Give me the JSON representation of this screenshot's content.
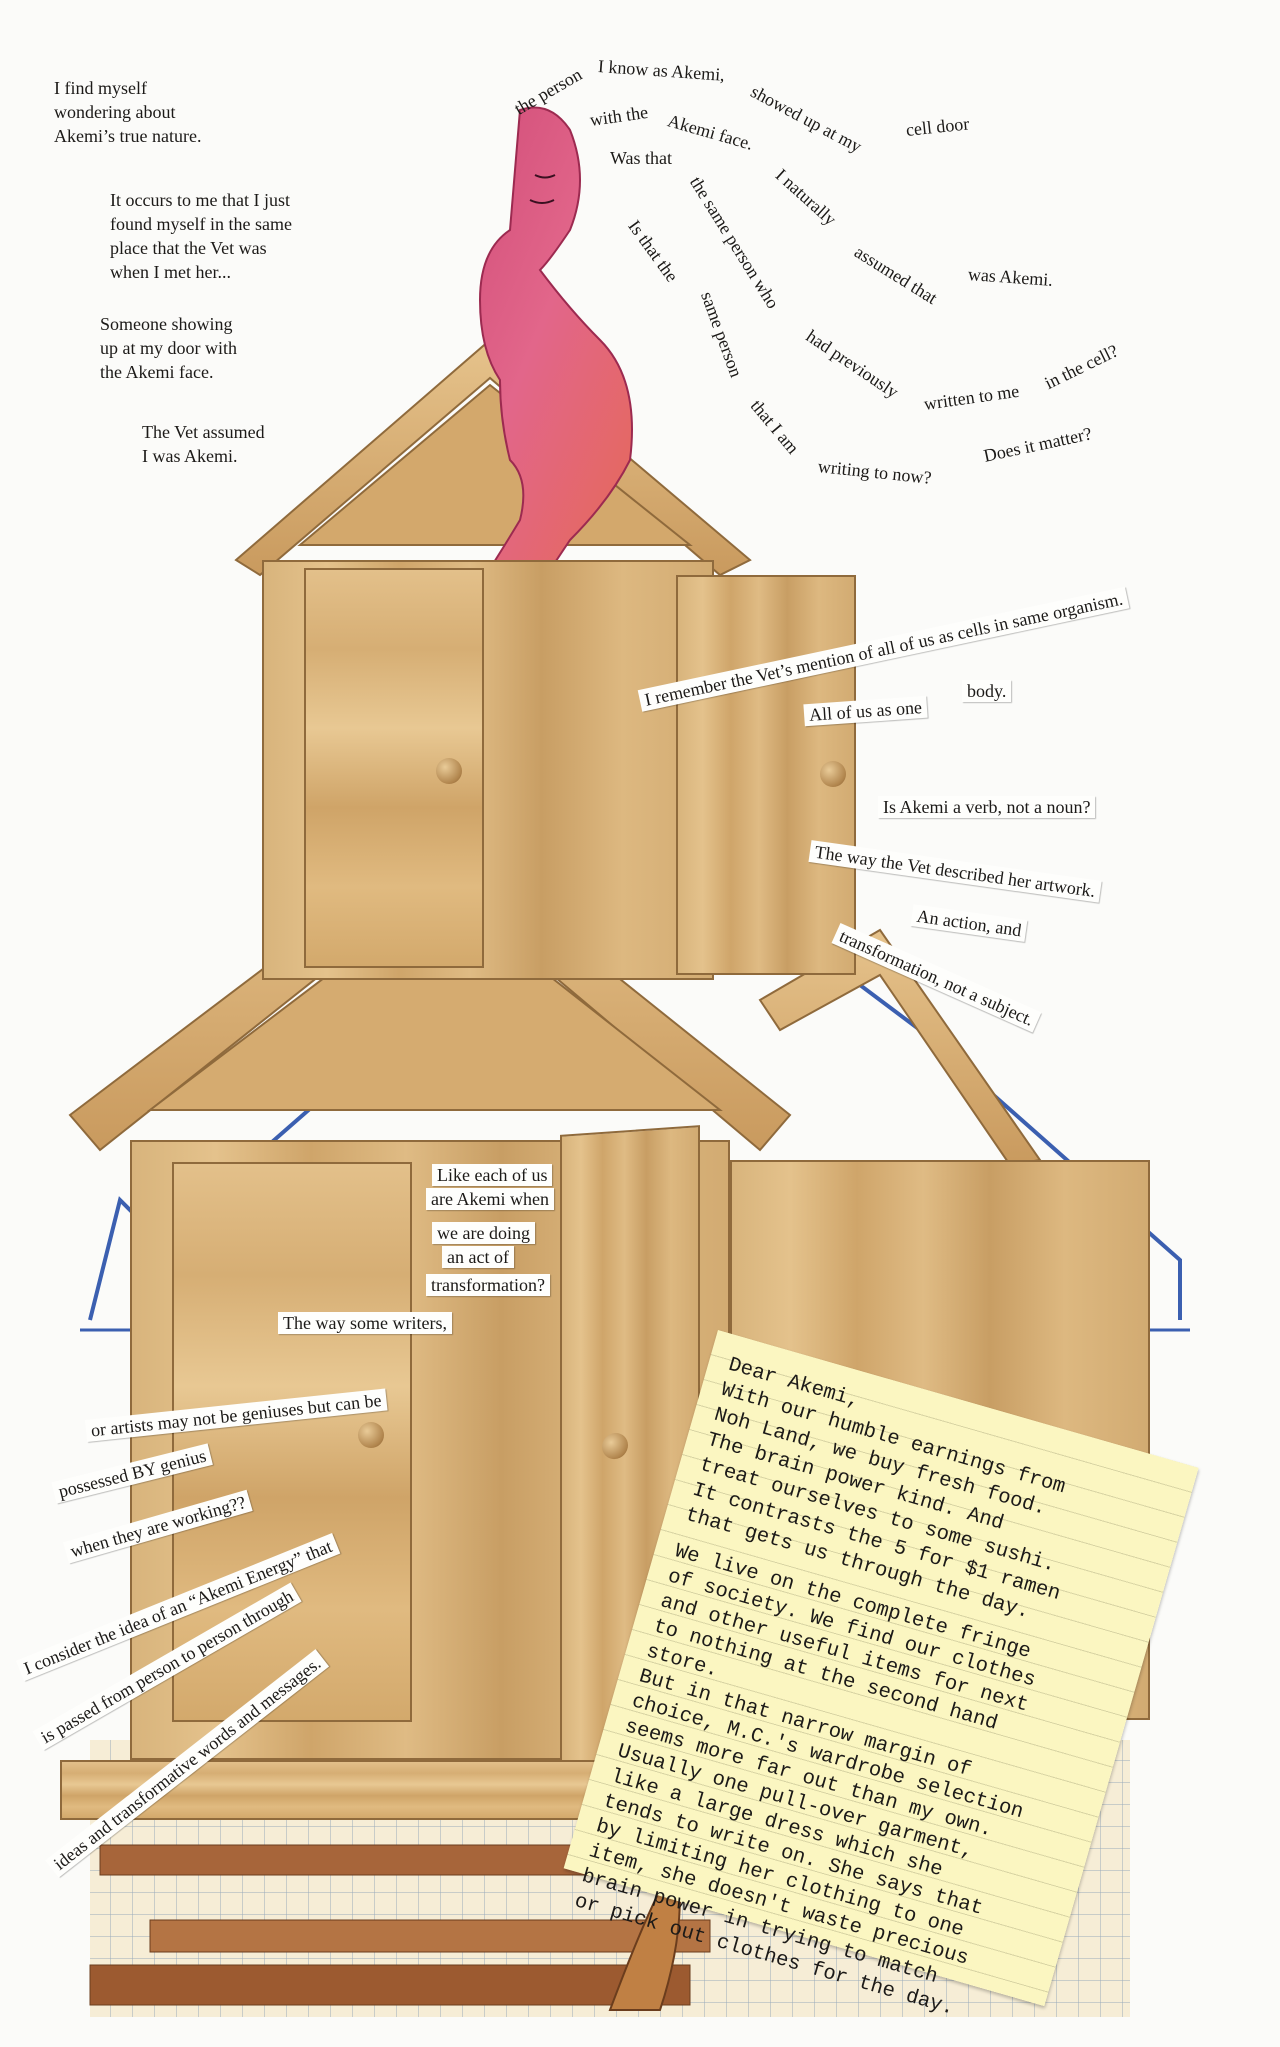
{
  "left_column": {
    "p1": [
      "I find myself",
      "wondering about",
      "Akemi’s true nature."
    ],
    "p2": [
      "It occurs to me that I just",
      "found myself in the same",
      "place that the Vet was",
      "when I met her..."
    ],
    "p3": [
      "Someone showing",
      "up at my door with",
      "the Akemi face."
    ],
    "p4": [
      "The Vet assumed",
      "I was Akemi."
    ]
  },
  "arc_top": {
    "a1": "the person",
    "a2": "I know as Akemi,",
    "a3": "showed up at my",
    "a4": "cell door",
    "b1": "with the",
    "b2": "Akemi face.",
    "b3": "I naturally",
    "b4": "assumed that",
    "b5": "was Akemi.",
    "c1": "Was that",
    "c2": "the same person who",
    "c3": "had previously",
    "c4": "written to me",
    "c5": "in the cell?",
    "d1": "Is that the",
    "d2": "same person",
    "d3": "that I am",
    "d4": "writing to now?",
    "d5": "Does it matter?"
  },
  "right_strips": {
    "s1": "I remember the Vet’s mention of all of us as cells in same organism.",
    "s2a": "All of us as one",
    "s2b": "body.",
    "s3": "Is Akemi a verb, not a noun?",
    "s4": "The way the Vet described her artwork.",
    "s5": "An action, and",
    "s6": "transformation, not a subject."
  },
  "center_strips": {
    "c1": "Like each of us",
    "c2": "are Akemi when",
    "c3": "we are doing",
    "c4": "an act of",
    "c5": "transformation?",
    "c6": "The way some writers,"
  },
  "lower_left_strips": {
    "l1": "or artists may not be geniuses but can be",
    "l2": "possessed BY genius",
    "l3": "when they are working??",
    "l4": "I consider the idea of an “Akemi Energy” that",
    "l5": "is passed from person to person through",
    "l6": "ideas and transformative words and messages."
  },
  "letter": [
    "Dear Akemi,",
    "With our humble earnings from",
    "Noh Land, we buy fresh food.",
    "The brain power kind. And",
    "treat ourselves to some sushi.",
    "It contrasts the 5 for $1 ramen",
    "that gets us through the day.",
    "",
    "We live on the complete fringe",
    "of society. We find our clothes",
    "and other useful items for next",
    "to nothing at the second hand",
    "store.",
    "But in that narrow margin of",
    "choice, M.C.'s wardrobe selection",
    "seems more far out than my own.",
    "Usually one pull-over garment,",
    "like a large dress which she",
    "tends to write on. She says that",
    "by limiting her clothing to one",
    "item, she doesn't waste precious",
    "brain power in trying to match",
    "or pick out clothes for the day."
  ],
  "colors": {
    "wood": "#d9b47c",
    "wood_dark": "#8f6a3c",
    "figure_pink": "#d8527a",
    "note_yellow": "#fbf6c1",
    "ink": "#1c1a18"
  }
}
